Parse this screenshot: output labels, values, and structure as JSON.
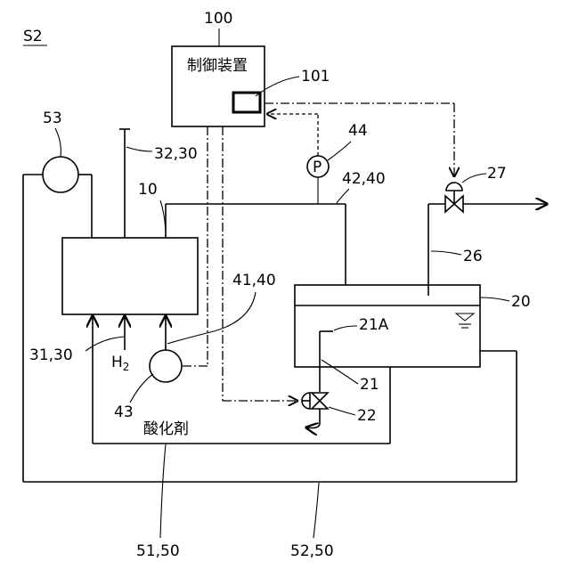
{
  "figure_label": "S2",
  "labels": {
    "controller_ref": "100",
    "controller_name": "制御装置",
    "controller_unit_ref": "101",
    "pump_top_left_ref": "53",
    "exhaust_ref": "32,30",
    "pressure_gauge_ref": "44",
    "pressure_gauge_symbol": "P",
    "line_42_ref": "42,40",
    "valve_27_ref": "27",
    "reactor_ref": "10",
    "line_26_ref": "26",
    "tank_ref": "20",
    "line_41_ref": "41,40",
    "tank_inner_ref": "21A",
    "line_31_ref": "31,30",
    "hydrogen": "H",
    "hydrogen_sub": "2",
    "pump_43_ref": "43",
    "oxidizer": "酸化剤",
    "line_21_ref": "21",
    "valve_22_ref": "22",
    "line_51_ref": "51,50",
    "line_52_ref": "52,50"
  }
}
